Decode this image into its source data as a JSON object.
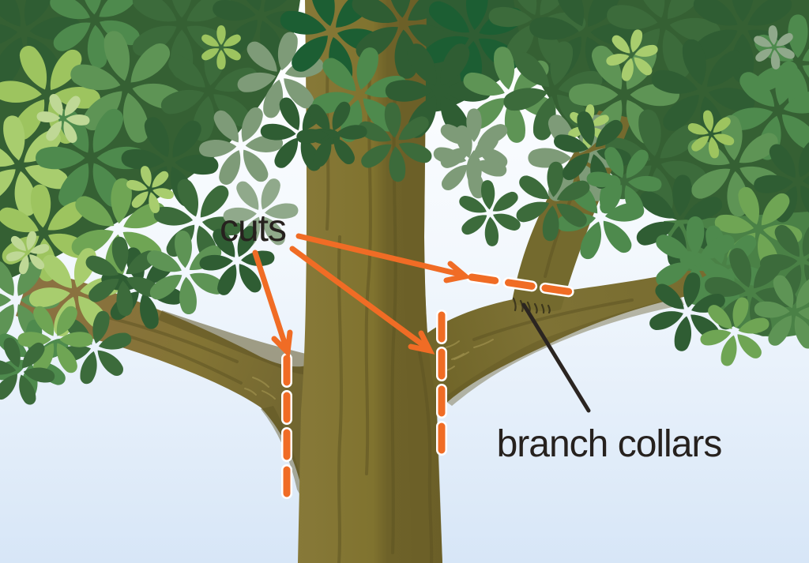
{
  "diagram": {
    "subject": "tree pruning illustration showing where to make cuts relative to branch collars",
    "labels": {
      "cuts": "cuts",
      "branch_collars": "branch collars"
    },
    "annotations": {
      "cut_marks": [
        {
          "name": "left-branch-cut",
          "style": "dashed",
          "orientation": "vertical"
        },
        {
          "name": "trunk-fork-cut",
          "style": "dashed",
          "orientation": "vertical"
        },
        {
          "name": "upper-branch-cut",
          "style": "dashed",
          "orientation": "horizontal"
        }
      ],
      "arrow_count": 3,
      "pointer_line": "from branch collar to branch collars label"
    },
    "colors": {
      "annotation_orange": "#f06c25",
      "label_black": "#26211e",
      "pointer_black": "#2b2521",
      "background_top": "#ffffff",
      "background_bottom": "#d7e6f7",
      "trunk_light": "#877939",
      "trunk_dark": "#6b5f28",
      "branch_brown": "#8b7141",
      "leaf_dark_green": "#2f5d33",
      "leaf_mid_green": "#4e8a4d",
      "leaf_light_green": "#9dc45f",
      "leaf_gray_green": "#7e9b78"
    }
  }
}
